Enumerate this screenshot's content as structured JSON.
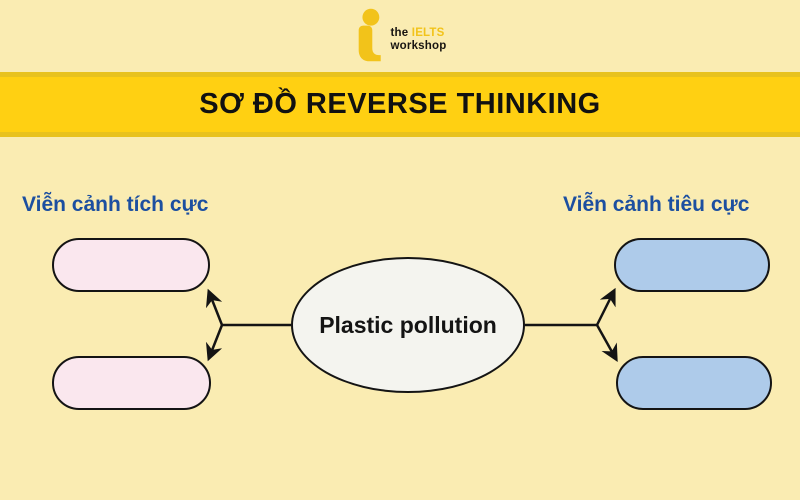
{
  "logo": {
    "word_the": "the",
    "word_brand": "IELTS",
    "word_workshop": "workshop"
  },
  "banner": {
    "title": "SƠ ĐỒ REVERSE THINKING"
  },
  "diagram": {
    "left_label": "Viễn cảnh tích cực",
    "right_label": "Viễn cảnh tiêu cực",
    "center_node": "Plastic pollution",
    "positive_boxes": [
      {
        "text": ""
      },
      {
        "text": ""
      }
    ],
    "negative_boxes": [
      {
        "text": ""
      },
      {
        "text": ""
      }
    ]
  },
  "colors": {
    "background": "#faecb2",
    "banner_fill": "#ffd012",
    "banner_edge": "#e8c21e",
    "title_text": "#111111",
    "label_blue": "#1c4fa0",
    "positive_box_fill": "#fae7ee",
    "negative_box_fill": "#aecbea",
    "center_fill": "#f4f4ef",
    "outline": "#141414",
    "logo_gold": "#f2c31a"
  }
}
